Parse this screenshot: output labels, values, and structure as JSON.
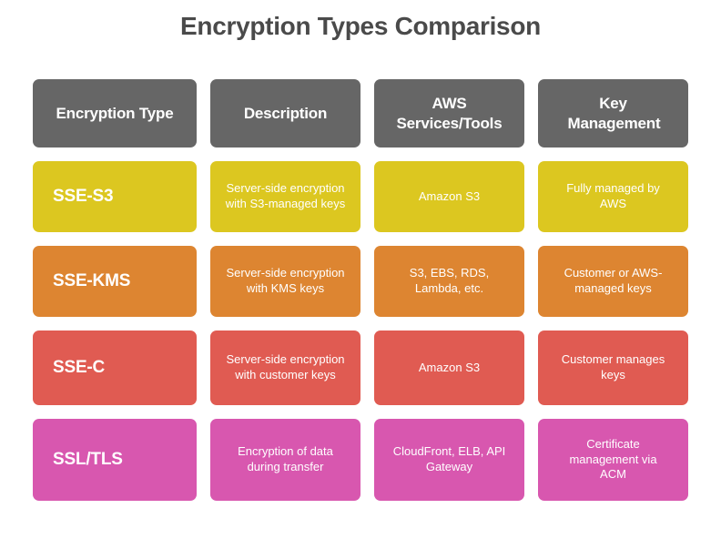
{
  "title": "Encryption Types Comparison",
  "colors": {
    "background": "#ffffff",
    "title_text": "#4a4a4a",
    "header_bg": "#666666",
    "cell_text": "#ffffff",
    "row_sse_s3": "#dcc720",
    "row_sse_kms": "#dd8531",
    "row_sse_c": "#e05b52",
    "row_ssl_tls": "#d857af"
  },
  "table": {
    "headers": [
      {
        "label": "Encryption Type"
      },
      {
        "label": "Description"
      },
      {
        "label": "AWS Services/Tools"
      },
      {
        "label": "Key Management"
      }
    ],
    "rows": [
      {
        "encryption_type": "SSE-S3",
        "description": "Server-side encryption with S3-managed keys",
        "aws_services": "Amazon S3",
        "key_management": "Fully managed by AWS",
        "color": "#dcc720"
      },
      {
        "encryption_type": "SSE-KMS",
        "description": "Server-side encryption with KMS keys",
        "aws_services": "S3, EBS, RDS, Lambda, etc.",
        "key_management": "Customer or AWS-managed keys",
        "color": "#dd8531"
      },
      {
        "encryption_type": "SSE-C",
        "description": "Server-side encryption with customer keys",
        "aws_services": "Amazon S3",
        "key_management": "Customer manages keys",
        "color": "#e05b52"
      },
      {
        "encryption_type": "SSL/TLS",
        "description": "Encryption of data during transfer",
        "aws_services": "CloudFront, ELB, API Gateway",
        "key_management": "Certificate management via ACM",
        "color": "#d857af"
      }
    ]
  }
}
